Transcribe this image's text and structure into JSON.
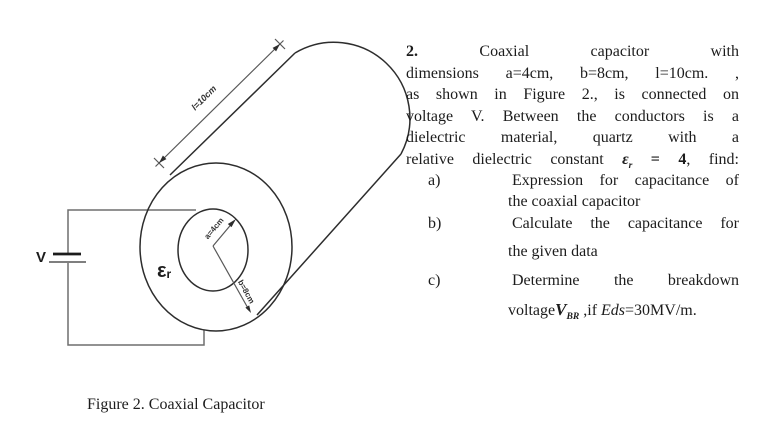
{
  "colors": {
    "ink": "#1c1c1c",
    "outline": "#2d2d2d",
    "wire": "#6e6e6e",
    "dim_line": "#585858"
  },
  "figure": {
    "caption": "Figure 2. Coaxial Capacitor",
    "labels": {
      "voltage_source": "V",
      "dielectric_epsilon": "ε",
      "dielectric_epsilon_sub": "r",
      "length_dim": "l=10cm",
      "inner_radius": "a=4cm",
      "outer_radius": "b=8cm"
    }
  },
  "problem": {
    "lines": [
      {
        "lead": "2.",
        "text": "Coaxial capacitor with"
      },
      {
        "text": "dimensions a=4cm, b=8cm, l=10cm. ,"
      },
      {
        "text": "as shown in Figure 2., is connected on"
      },
      {
        "text": "voltage V. Between the conductors is a"
      },
      {
        "text": "dielectric material, quartz with a"
      },
      {
        "pre": "relative dielectric constant ",
        "eps": "ε",
        "eps_sub": "r",
        "eq": " = 4",
        "post": ", find:"
      }
    ],
    "items": [
      {
        "label": "a)",
        "line1": "Expression for capacitance of",
        "line2": "the coaxial capacitor"
      },
      {
        "label": "b)",
        "line1": "Calculate the capacitance for",
        "line2": "the given data"
      },
      {
        "label": "c)",
        "line1": "Determine the breakdown"
      }
    ],
    "item_c_line2": {
      "pre": "voltage",
      "v": "V",
      "v_sub": "BR",
      "mid": " ,if ",
      "eds": "Eds",
      "post": "=30MV/m."
    }
  }
}
